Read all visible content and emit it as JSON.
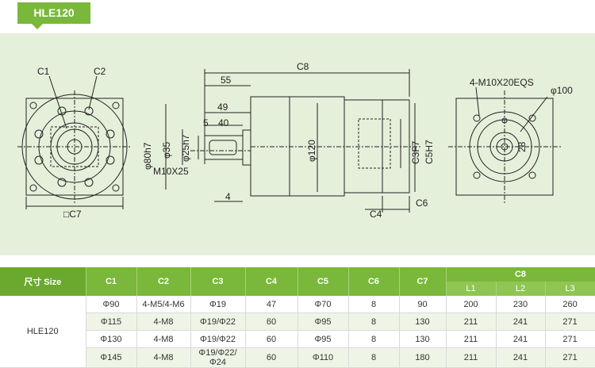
{
  "header": {
    "title": "HLE120"
  },
  "drawing": {
    "left_view": {
      "c1": "C1",
      "c2": "C2",
      "c7": "□C7"
    },
    "side_view": {
      "c8": "C8",
      "d55": "55",
      "d49": "49",
      "d5": "5",
      "d40": "40",
      "d80": "φ80h7",
      "d35": "φ35",
      "d25": "φ25h7",
      "m10": "M10X25",
      "d4": "4",
      "d120": "φ120",
      "c3": "C3F7",
      "c5": "C5H7",
      "c4": "C4",
      "c6": "C6"
    },
    "right_view": {
      "bolts": "4-M10X20EQS",
      "d100": "φ100",
      "d28": "28"
    }
  },
  "table": {
    "headers": [
      "尺寸 Size",
      "C1",
      "C2",
      "C3",
      "C4",
      "C5",
      "C6",
      "C7",
      "C8"
    ],
    "c8_sub": [
      "L1",
      "L2",
      "L3"
    ],
    "model": "HLE120",
    "rows": [
      [
        "Φ90",
        "4-M5/4-M6",
        "Φ19",
        "47",
        "Φ70",
        "8",
        "90",
        "200",
        "230",
        "260"
      ],
      [
        "Φ115",
        "4-M8",
        "Φ19/Φ22",
        "60",
        "Φ95",
        "8",
        "130",
        "211",
        "241",
        "271"
      ],
      [
        "Φ130",
        "4-M8",
        "Φ19/Φ22",
        "60",
        "Φ95",
        "8",
        "130",
        "211",
        "241",
        "271"
      ],
      [
        "Φ145",
        "4-M8",
        "Φ19/Φ22/Φ24",
        "60",
        "Φ110",
        "8",
        "180",
        "211",
        "241",
        "271"
      ]
    ]
  },
  "colors": {
    "accent": "#79b83a",
    "drawing_bg": "#e5f0db"
  }
}
